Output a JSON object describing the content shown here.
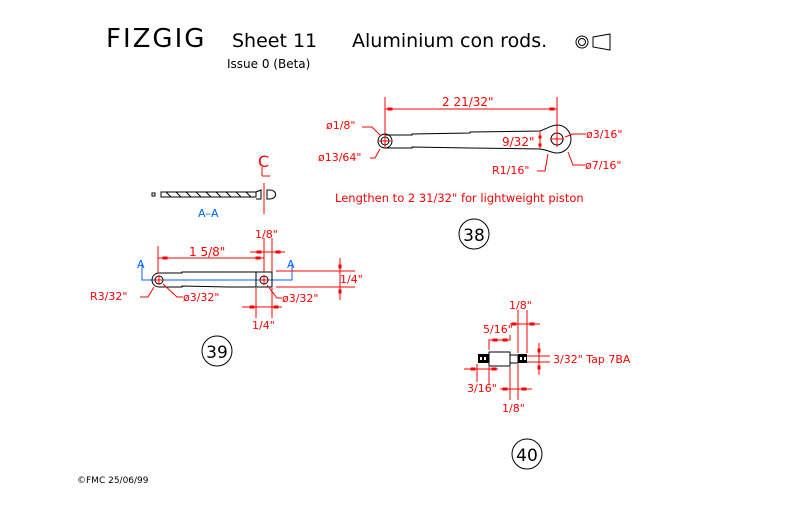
{
  "title": {
    "project": "FIZGIG",
    "sheet": "Sheet 11",
    "description": "Aluminium con rods.",
    "issue": "Issue 0 (Beta)",
    "projection_symbol": "third-angle-projection-icon"
  },
  "footer": {
    "copyright": "©FMC 25/06/99"
  },
  "colors": {
    "outline": "#000000",
    "dimension": "#ff0000",
    "section": "#0060ff"
  },
  "part38": {
    "number": "38",
    "overall_length": "2 21/32\"",
    "small_end_hole": "ø1/8\"",
    "small_end_boss": "ø13/64\"",
    "big_end_hole": "ø3/16\"",
    "big_end_boss": "ø7/16\"",
    "rod_width": "9/32\"",
    "fillet_radius": "R1/16\"",
    "note": "Lengthen to 2 31/32\" for lightweight piston"
  },
  "part39": {
    "number": "39",
    "centre_line_symbol": "CL",
    "section_label": "A–A",
    "section_marker": "A",
    "length": "1 5/8\"",
    "block_length": "1/8\"",
    "block_width": "1/4\"",
    "height": "1/4\"",
    "end_radius": "R3/32\"",
    "hole_left": "ø3/32\"",
    "hole_right": "ø3/32\""
  },
  "part40": {
    "number": "40",
    "top_dim": "1/8\"",
    "body_length": "5/16\"",
    "tap": "3/32\" Tap 7BA",
    "left_thread": "3/16\"",
    "bottom_dim": "1/8\""
  }
}
